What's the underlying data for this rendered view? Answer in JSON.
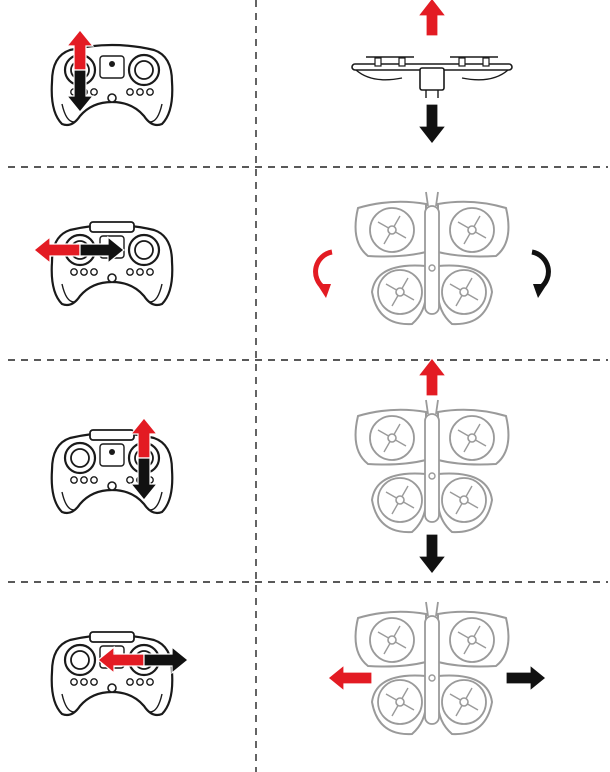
{
  "title": "",
  "colors": {
    "red_arrow": "#e31b23",
    "black_arrow": "#111111",
    "outline": "#1a1a1a",
    "drone_outline": "#9a9a9a",
    "divider": "#222222"
  },
  "rows": [
    {
      "name": "ascend-descend",
      "controller_view": "top",
      "stick": "left",
      "controller_arrows": [
        "up-red",
        "down-black"
      ],
      "drone_view": "side",
      "drone_arrows": [
        "up-red",
        "down-black"
      ]
    },
    {
      "name": "rotate",
      "controller_view": "front",
      "stick": "left",
      "controller_arrows": [
        "left-red",
        "right-black"
      ],
      "drone_view": "top",
      "drone_arrows": [
        "rotate-ccw-red",
        "rotate-cw-black"
      ]
    },
    {
      "name": "forward-backward",
      "controller_view": "front",
      "stick": "right",
      "controller_arrows": [
        "up-red",
        "down-black"
      ],
      "drone_view": "top",
      "drone_arrows": [
        "up-red",
        "down-black"
      ]
    },
    {
      "name": "sideways",
      "controller_view": "front",
      "stick": "right",
      "controller_arrows": [
        "left-red",
        "right-black"
      ],
      "drone_view": "top",
      "drone_arrows": [
        "left-red",
        "right-black"
      ]
    }
  ]
}
